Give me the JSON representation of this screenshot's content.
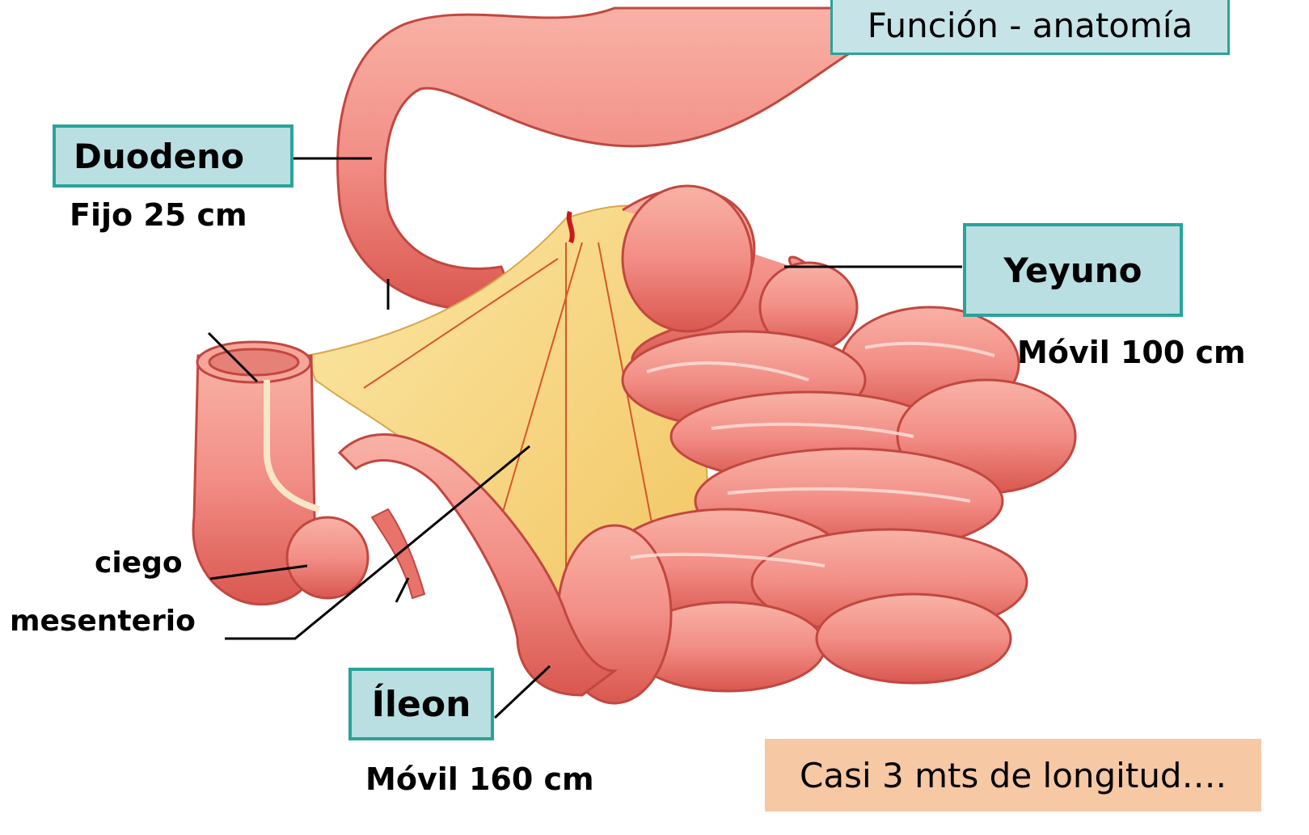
{
  "title": "Función - anatomía",
  "labels": {
    "duodeno": "Duodeno",
    "duodeno_sub": "Fijo 25 cm",
    "yeyuno": "Yeyuno",
    "yeyuno_sub": "Móvil 100 cm",
    "ileon": "Íleon",
    "ileon_sub": "Móvil 160 cm",
    "ciego": "ciego",
    "mesenterio": "mesenterio"
  },
  "note": "Casi 3 mts de longitud….",
  "colors": {
    "box_fill": "#b9dfe2",
    "box_border": "#2aa39a",
    "intestine": "#f28e86",
    "intestine_shadow": "#d9574f",
    "mesentery": "#f6d37a",
    "note_fill": "#f7c8a4"
  }
}
